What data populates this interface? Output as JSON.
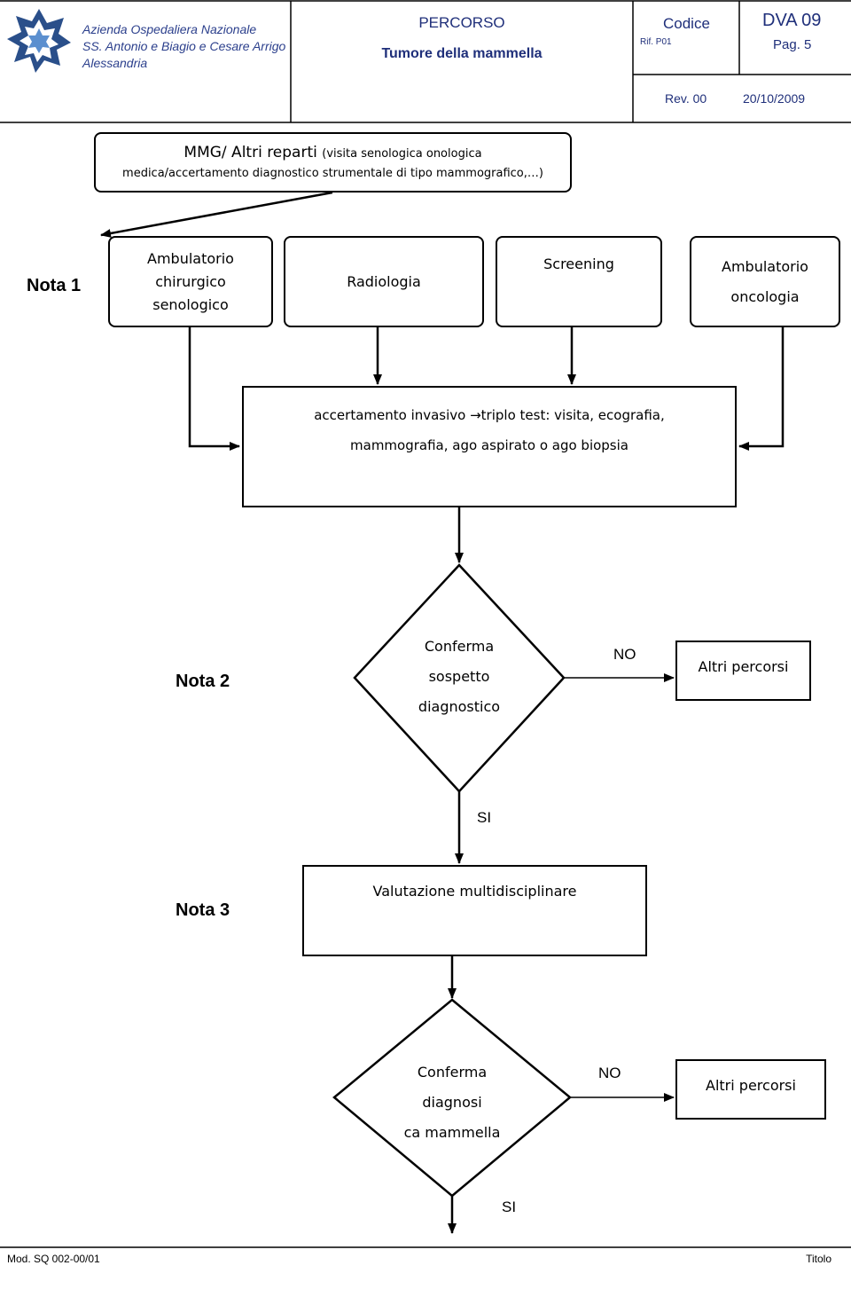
{
  "header": {
    "org_line1": "Azienda Ospedaliera Nazionale",
    "org_line2": "SS. Antonio e Biagio e Cesare Arrigo",
    "org_line3": "Alessandria",
    "percorso_label": "PERCORSO",
    "percorso_title": "Tumore della mammella",
    "codice_label": "Codice",
    "rif_label": "Rif. P01",
    "code_value": "DVA 09",
    "page_label": "Pag. 5",
    "rev_label": "Rev. 00",
    "date": "20/10/2009"
  },
  "flow": {
    "entry_main": "MMG/ Altri reparti",
    "entry_paren": "(visita senologica onologica",
    "entry_line2": "medica/accertamento diagnostico strumentale di tipo mammografico,…)",
    "nota1": "Nota 1",
    "box_chir": [
      "Ambulatorio",
      "chirurgico",
      "senologico"
    ],
    "box_radio": "Radiologia",
    "box_screening": "Screening",
    "box_onco": [
      "Ambulatorio",
      "oncologia"
    ],
    "accert_line1": "accertamento invasivo →triplo test: visita, ecografia,",
    "accert_line2": "mammografia, ago aspirato o ago biopsia",
    "nota2": "Nota 2",
    "decision1": [
      "Conferma",
      "sospetto",
      "diagnostico"
    ],
    "no1": "NO",
    "altri1": "Altri percorsi",
    "si1": "SI",
    "nota3": "Nota 3",
    "valutazione": "Valutazione multidisciplinare",
    "decision2": [
      "Conferma",
      "diagnosi",
      "ca mammella"
    ],
    "no2": "NO",
    "altri2": "Altri percorsi",
    "si2": "SI"
  },
  "footer": {
    "left": "Mod. SQ 002-00/01",
    "right": "Titolo"
  }
}
